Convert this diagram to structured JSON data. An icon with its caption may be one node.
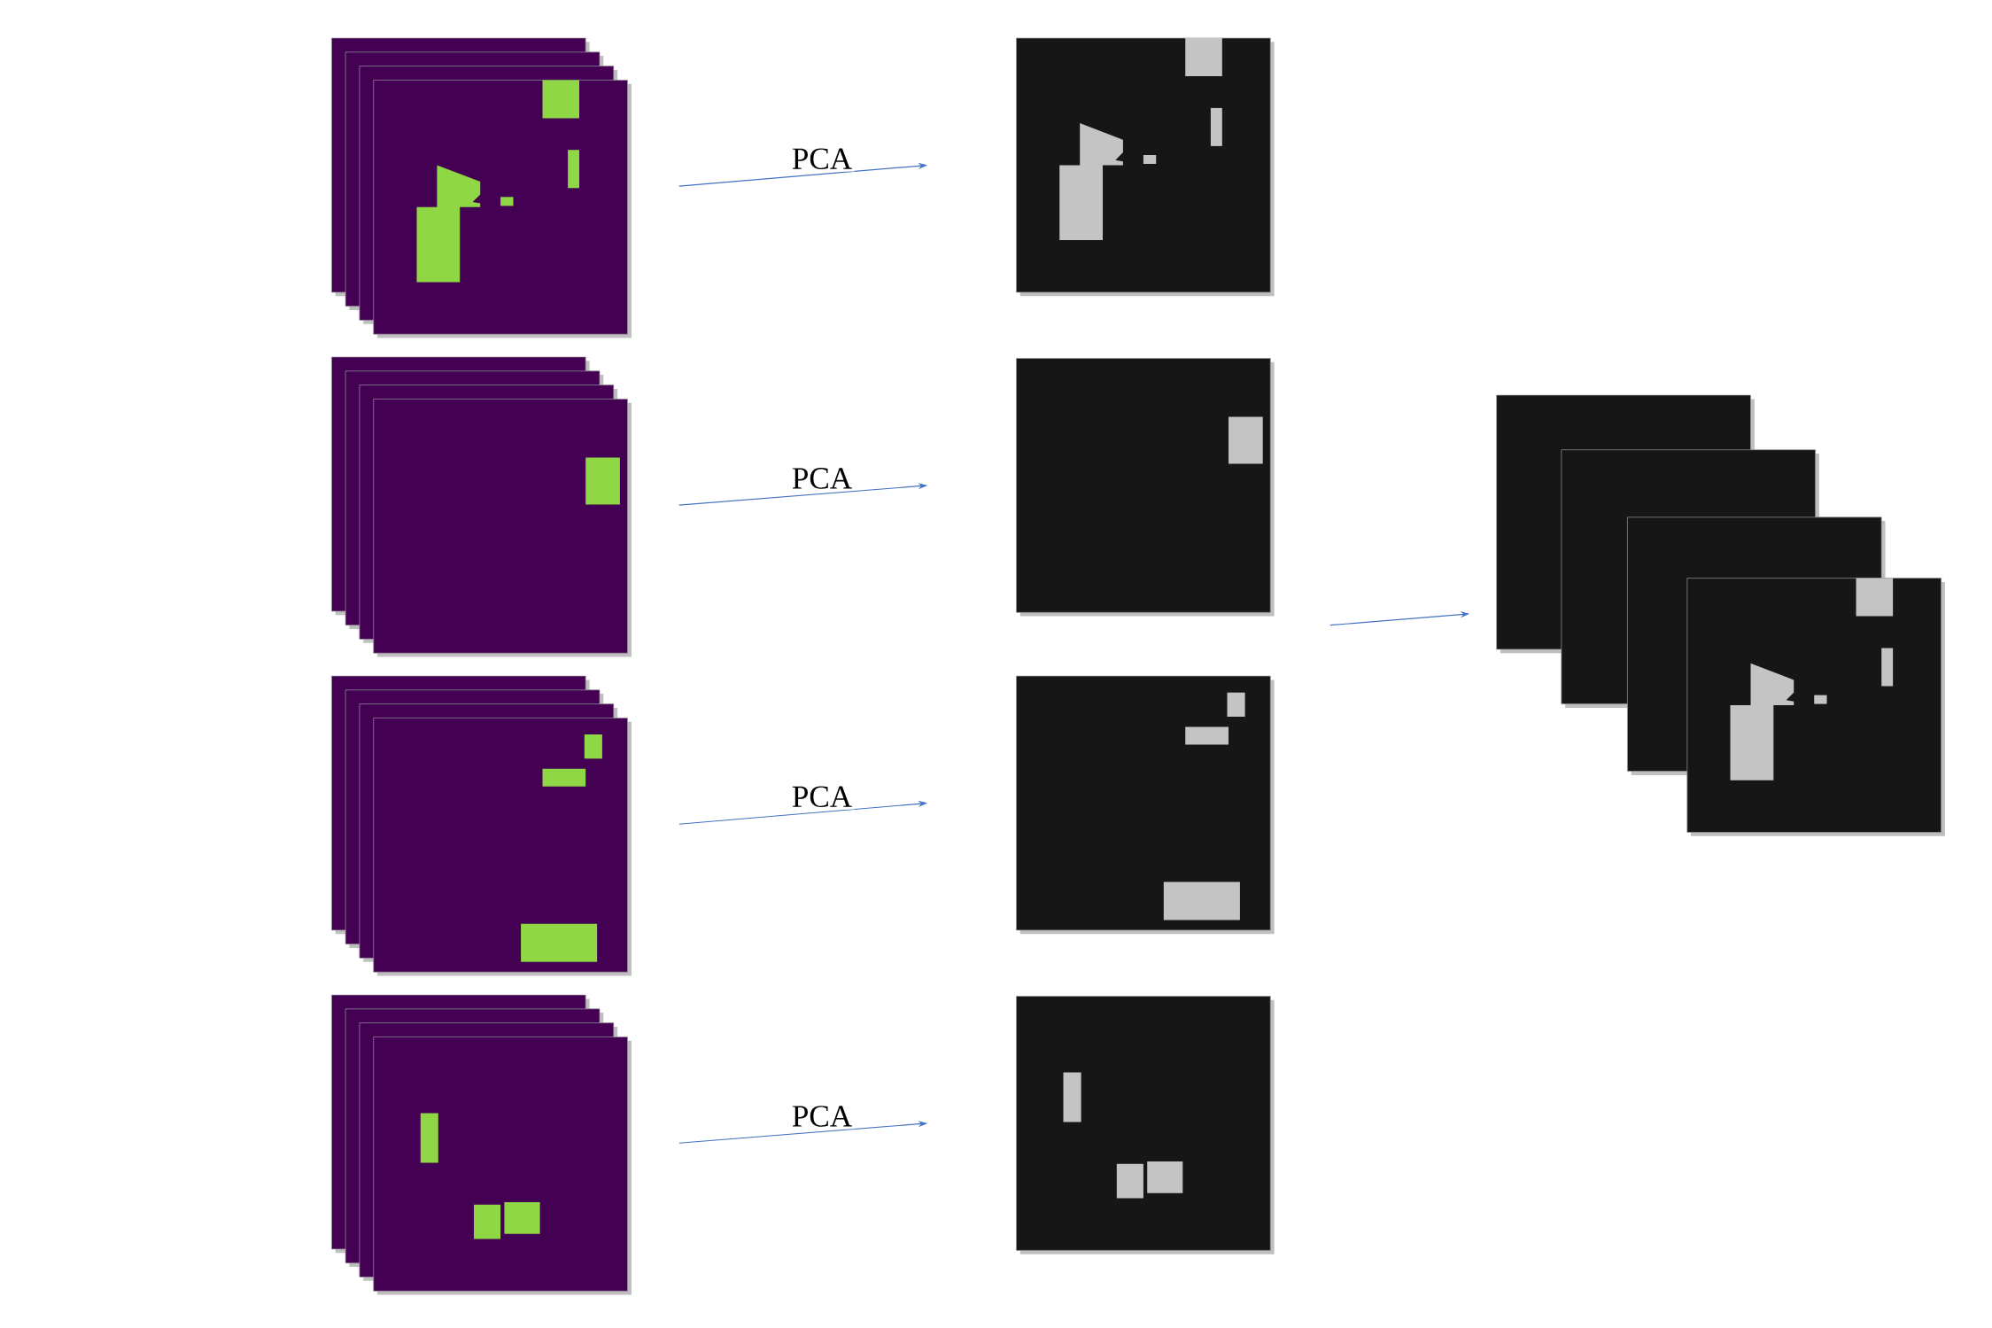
{
  "diagram": {
    "nodes": [
      {
        "text": [],
        "shape": "picture"
      },
      {
        "text": [],
        "shape": "picture"
      },
      {
        "text": [],
        "shape": "picture"
      },
      {
        "text": [],
        "shape": "picture"
      },
      {
        "text": [],
        "shape": "picture"
      },
      {
        "text": [],
        "shape": "picture"
      },
      {
        "text": [],
        "shape": "picture"
      },
      {
        "text": [],
        "shape": "picture"
      },
      {
        "text": [],
        "shape": "picture"
      }
    ],
    "edges": [
      {
        "from": 0,
        "to": 4,
        "arrow": "to",
        "label": "PCA"
      },
      {
        "from": 1,
        "to": 5,
        "arrow": "to",
        "label": "PCA"
      },
      {
        "from": 2,
        "to": 6,
        "arrow": "to",
        "label": "PCA"
      },
      {
        "from": 3,
        "to": 7,
        "arrow": "to",
        "label": "PCA"
      },
      {
        "from": null,
        "to": 8,
        "arrow": "to"
      }
    ]
  }
}
